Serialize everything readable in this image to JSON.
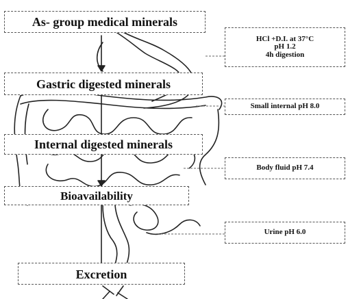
{
  "diagram": {
    "stages": [
      "As- group medical minerals",
      "Gastric digested minerals",
      "Internal digested minerals",
      "Bioavailability",
      "Excretion"
    ],
    "conditions": [
      {
        "lines": [
          "HCl +D.I. at 37°C",
          "pH 1.2",
          "4h digestion"
        ]
      },
      {
        "lines": [
          "Small internal pH 8.0"
        ]
      },
      {
        "lines": [
          "Body fluid pH 7.4"
        ]
      },
      {
        "lines": [
          "Urine pH 6.0"
        ]
      }
    ],
    "colors": {
      "stroke": "#222222",
      "box_border": "#555555",
      "text": "#111111"
    }
  }
}
